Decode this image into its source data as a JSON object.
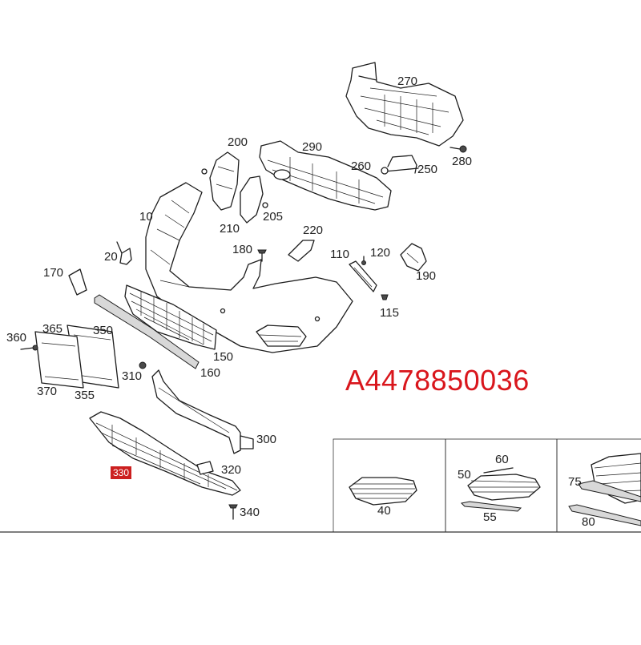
{
  "part_number": "A4478850036",
  "callouts": {
    "c270": "270",
    "c290": "290",
    "c200": "200",
    "c260": "260",
    "c250": "250",
    "c280": "280",
    "c10": "10",
    "c205": "205",
    "c210": "210",
    "c220": "220",
    "c180": "180",
    "c20": "20",
    "c110": "110",
    "c120": "120",
    "c190": "190",
    "c170": "170",
    "c115": "115",
    "c365": "365",
    "c350": "350",
    "c360": "360",
    "c150": "150",
    "c160": "160",
    "c310": "310",
    "c370": "370",
    "c355": "355",
    "c300": "300",
    "c330": "330",
    "c320": "320",
    "c340": "340",
    "c60": "60",
    "c50": "50",
    "c40": "40",
    "c55": "55",
    "c75": "75",
    "c80": "80"
  },
  "colors": {
    "accent": "#d9161c",
    "highlight_box": "#cc1f1f"
  }
}
